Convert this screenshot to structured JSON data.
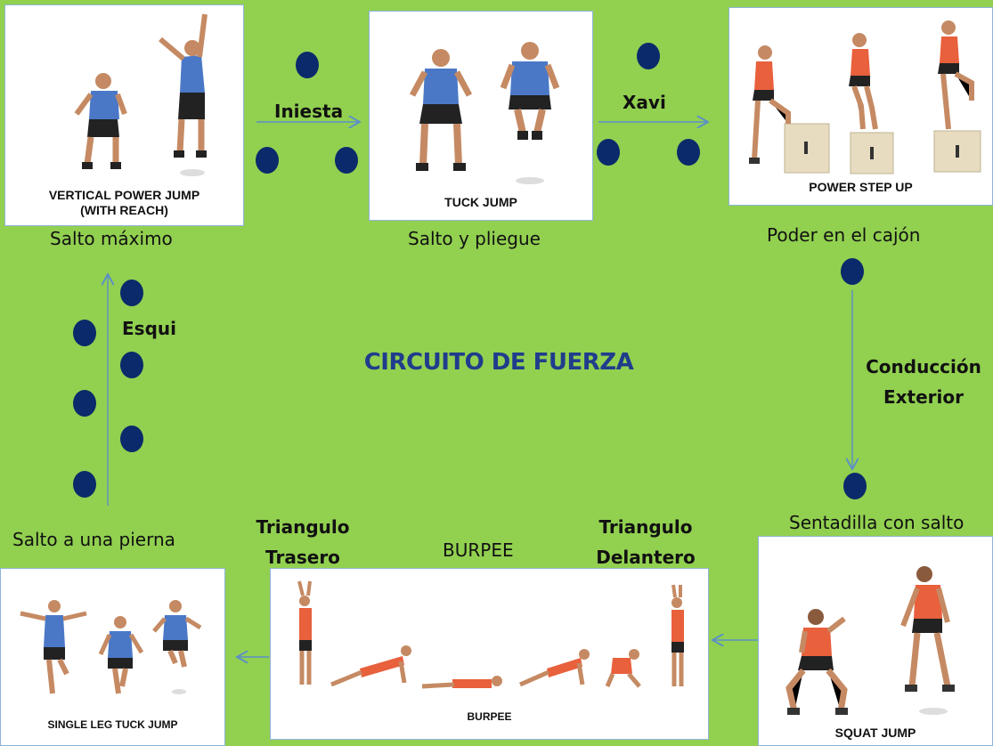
{
  "title": "CIRCUITO DE FUERZA",
  "exercises": {
    "vertical": {
      "caption": "VERTICAL POWER JUMP\n(WITH REACH)",
      "label": "Salto máximo"
    },
    "tuck": {
      "caption": "TUCK JUMP",
      "label": "Salto y pliegue"
    },
    "step": {
      "caption": "POWER STEP UP",
      "label": "Poder en el cajón"
    },
    "squat": {
      "caption": "SQUAT JUMP",
      "label": "Sentadilla con salto"
    },
    "burpee": {
      "caption": "BURPEE",
      "label": "BURPEE"
    },
    "single": {
      "caption": "SINGLE LEG TUCK JUMP",
      "label": "Salto a una pierna"
    }
  },
  "transitions": {
    "iniesta": "Iniesta",
    "xavi": "Xavi",
    "conduccion": "Conducción\nExterior",
    "tri_delantero": "Triangulo\nDelantero",
    "tri_trasero": "Triangulo\nTrasero",
    "esqui": "Esqui"
  },
  "colors": {
    "background": "#92d050",
    "cone": "#0a2a6b",
    "title": "#1f3d8c",
    "arrow": "#5b8fc7",
    "man_shirt": "#4a78c6",
    "woman_shirt": "#e8603c"
  }
}
